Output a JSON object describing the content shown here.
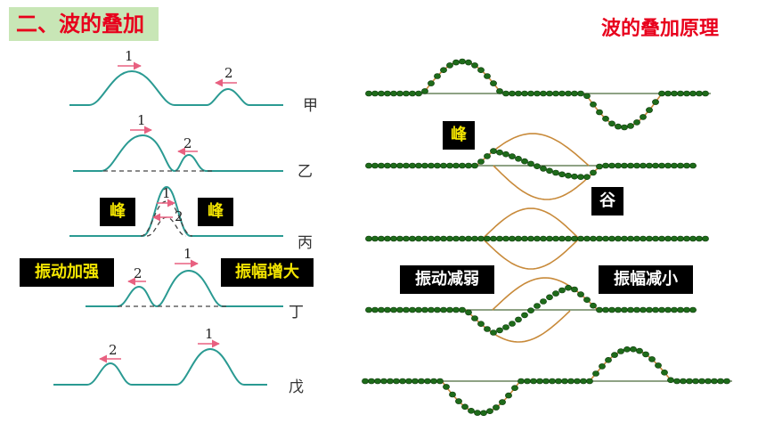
{
  "title": "二、波的叠加",
  "subtitle": "波的叠加原理",
  "rows": [
    "甲",
    "乙",
    "丙",
    "丁",
    "戊"
  ],
  "pulse_labels": {
    "one": "1",
    "two": "2"
  },
  "left_labels": {
    "crest_a": "峰",
    "crest_b": "峰",
    "strengthen": "振动加强",
    "amp_up": "振幅增大"
  },
  "right_labels": {
    "crest": "峰",
    "trough": "谷",
    "weaken": "振动减弱",
    "amp_down": "振幅减小"
  },
  "colors": {
    "title_bg": "#c8e6b6",
    "title_text": "#e8001c",
    "wave": "#2a9a92",
    "arrow": "#e86080",
    "bead": "#1e6b1a",
    "rope": "#c88a3a",
    "label_bg": "#000000",
    "label_text": "#f4e600"
  }
}
